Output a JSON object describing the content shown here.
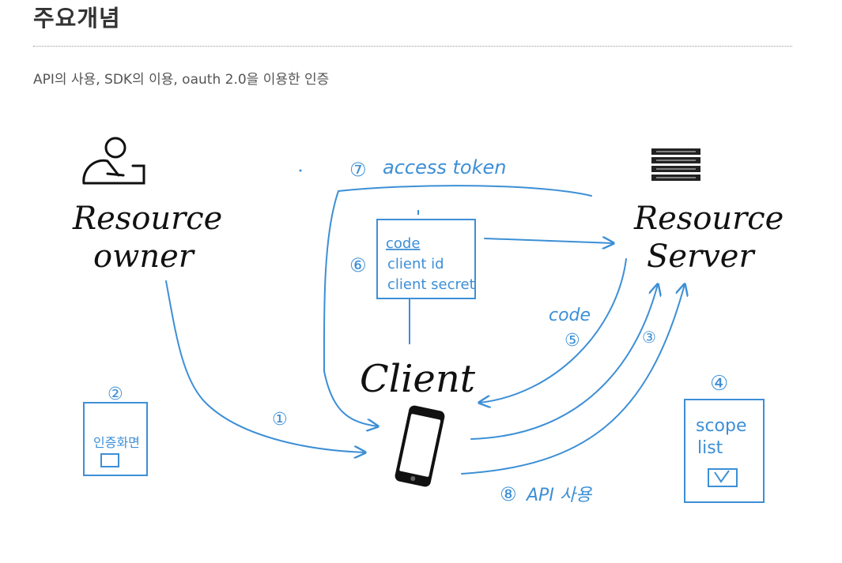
{
  "page": {
    "title": "주요개념",
    "subtitle": "API의 사용, SDK의 이용, oauth 2.0을 이용한 인증"
  },
  "diagram": {
    "nodes": {
      "resource_owner": [
        "Resource",
        "owner"
      ],
      "resource_server": [
        "Resource",
        "Server"
      ],
      "client": "Client",
      "auth_page": "인증화면",
      "credentials": [
        "code",
        "client id",
        "client secret"
      ],
      "scope": [
        "scope",
        "list"
      ]
    },
    "edges": {
      "step1": "①",
      "step2": "②",
      "step3": "③",
      "step4": "④",
      "step5_num": "⑤",
      "step5_label": "code",
      "step6": "⑥",
      "step7_num": "⑦",
      "step7_label": "access token",
      "step8_num": "⑧",
      "step8_label": "API 사용"
    },
    "icons": [
      "user-at-laptop-icon",
      "server-rack-icon",
      "smartphone-icon"
    ],
    "colors": {
      "ink": "#111111",
      "pen": "#3d8fd6"
    }
  }
}
